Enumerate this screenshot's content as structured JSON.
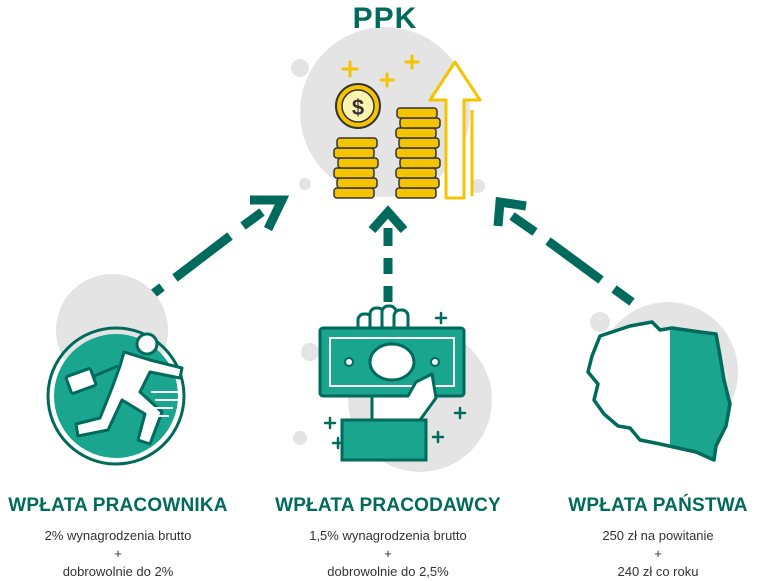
{
  "title": "PPK",
  "colors": {
    "teal": "#006a5c",
    "green": "#1aa58f",
    "gold": "#f5c400",
    "grey": "#e4e4e4"
  },
  "sources": [
    {
      "heading": "WPŁATA PRACOWNIKA",
      "line1": "2% wynagrodzenia brutto",
      "plus": "+",
      "line2": "dobrowolnie do 2%",
      "icon": "running-man-icon"
    },
    {
      "heading": "WPŁATA PRACODAWCY",
      "line1": "1,5% wynagrodzenia brutto",
      "plus": "+",
      "line2": "dobrowolnie do 2,5%",
      "icon": "hand-with-banknote-icon"
    },
    {
      "heading": "WPŁATA PAŃSTWA",
      "line1": "250 zł na powitanie",
      "plus": "+",
      "line2": "240 zł co roku",
      "icon": "poland-map-icon"
    }
  ]
}
